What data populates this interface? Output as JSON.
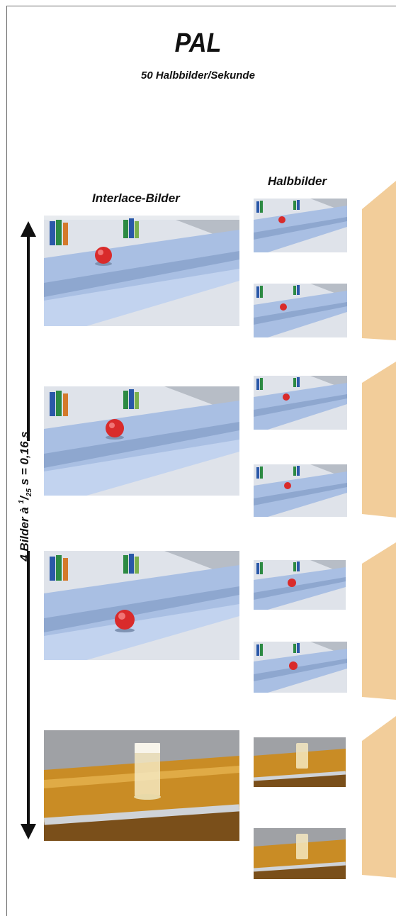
{
  "title": "PAL",
  "subtitle": "50 Halbbilder/Sekunde",
  "interlace_heading": "Interlace-Bilder",
  "halbbilder_heading": "Halbbilder",
  "axis": {
    "prefix": "4 Bilder à ",
    "frac_num": "1",
    "frac_sep": "/",
    "frac_den": "25",
    "suffix": " s = 0,16 s"
  },
  "colors": {
    "peach": "#f2cd9a",
    "lane": "#a9bfe3",
    "ball": "#d92b2b",
    "wood": "#c98c25"
  }
}
